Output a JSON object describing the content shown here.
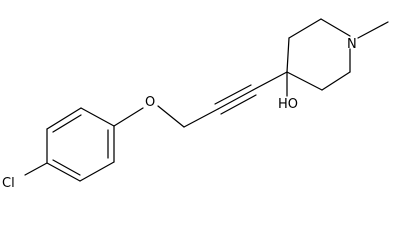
{
  "molecule": {
    "atom_labels": {
      "chlorine": "Cl",
      "ether_oxygen": "O",
      "hydroxyl": "HO",
      "ring_nitrogen": "N"
    },
    "colors": {
      "bond": "#000000",
      "label": "#000000",
      "background": "#ffffff"
    }
  }
}
